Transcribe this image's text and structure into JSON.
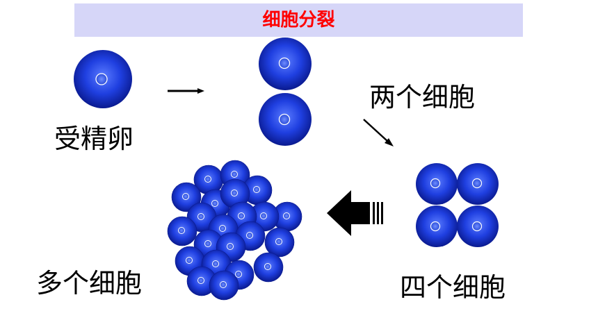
{
  "title": "细胞分裂",
  "labels": {
    "zygote": "受精卵",
    "two_cells": "两个细胞",
    "four_cells": "四个细胞",
    "many_cells": "多个细胞"
  },
  "colors": {
    "title_bar": "#d6d6f8",
    "title_text": "#ff0000",
    "cell_center": "#5b7cff",
    "cell_mid": "#1f3fe0",
    "cell_edge": "#0a1a8f",
    "arrow": "#000000"
  }
}
